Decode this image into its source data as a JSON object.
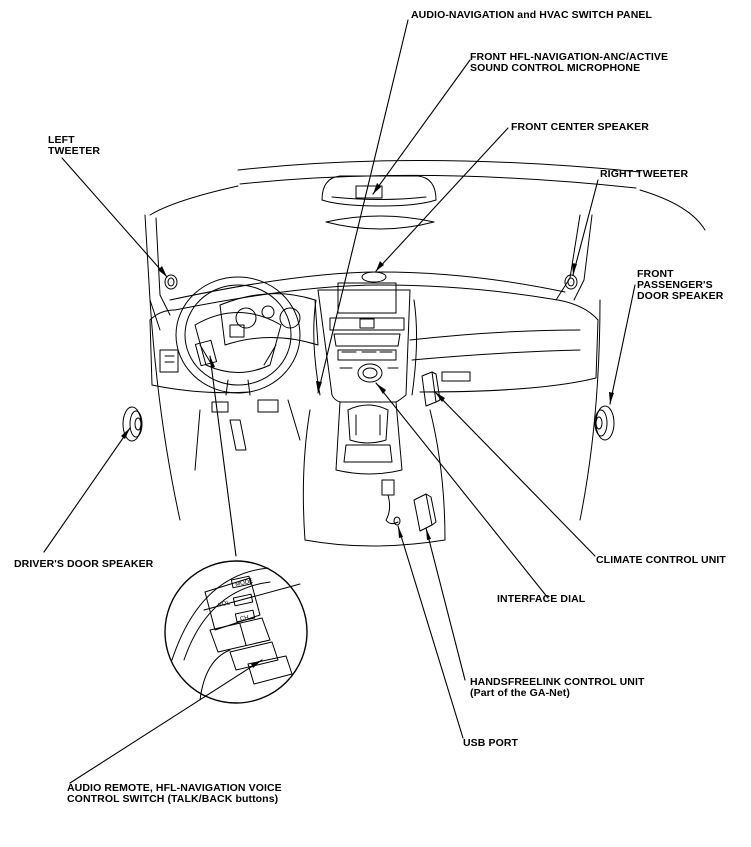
{
  "labels": {
    "audio_nav_hvac": "AUDIO-NAVIGATION and HVAC SWITCH PANEL",
    "front_mic_line1": "FRONT HFL-NAVIGATION-ANC/ACTIVE",
    "front_mic_line2": "SOUND CONTROL MICROPHONE",
    "front_center_speaker": "FRONT CENTER SPEAKER",
    "left_tweeter_line1": "LEFT",
    "left_tweeter_line2": "TWEETER",
    "right_tweeter": "RIGHT TWEETER",
    "front_pass_line1": "FRONT",
    "front_pass_line2": "PASSENGER'S",
    "front_pass_line3": "DOOR SPEAKER",
    "drivers_door_speaker": "DRIVER'S DOOR SPEAKER",
    "climate_control_unit": "CLIMATE CONTROL UNIT",
    "interface_dial": "INTERFACE DIAL",
    "hfl_unit_line1": "HANDSFREELINK CONTROL UNIT",
    "hfl_unit_line2": "(Part of the GA-Net)",
    "usb_port": "USB PORT",
    "audio_remote_line1": "AUDIO REMOTE, HFL-NAVIGATION VOICE",
    "audio_remote_line2": "CONTROL SWITCH (TALK/BACK buttons)"
  },
  "switch_markings": {
    "mode": "MODE",
    "vol": "VOL",
    "ch": "CH"
  },
  "colors": {
    "ink": "#000000",
    "paper": "#ffffff"
  }
}
